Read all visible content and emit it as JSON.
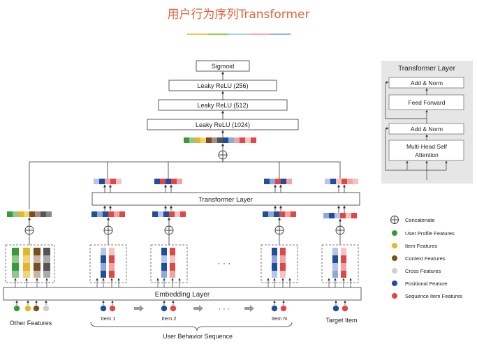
{
  "title": "用户行为序列Transformer",
  "stack": {
    "sigmoid": "Sigmoid",
    "relu256": "Leaky ReLU (256)",
    "relu512": "Leaky ReLU (512)",
    "relu1024": "Leaky ReLU (1024)"
  },
  "transformer_layer_label": "Transformer Layer",
  "embedding_layer_label": "Embedding   Layer",
  "ellipsis": "· · ·",
  "bottom_labels": {
    "other_features": "Other Features",
    "item1": "Item 1",
    "item2": "Item 2",
    "itemN": "Item N",
    "target_item": "Target Item",
    "sequence": "User Behavior Sequence"
  },
  "detail_panel": {
    "title": "Transformer Layer",
    "add_norm_top": "Add & Norm",
    "feed_forward": "Feed Forward",
    "add_norm_bottom": "Add & Norm",
    "attention_line1": "Multi-Head Self",
    "attention_line2": "Attention"
  },
  "legend": {
    "concatenate": "Concatenate",
    "user_profile": "User Profile Features",
    "item": "Item Features",
    "context": "Context Features",
    "cross": "Cross Features",
    "positional": "Positional Feature",
    "sequence_item": "Sequence Item Features"
  },
  "colors": {
    "title": "#e0653a",
    "green": "#3a9a3a",
    "yellow": "#e5b62c",
    "brown": "#7a4e1e",
    "gray": "#bfbfbf",
    "blue": "#1f4e9a",
    "red": "#e04848"
  }
}
